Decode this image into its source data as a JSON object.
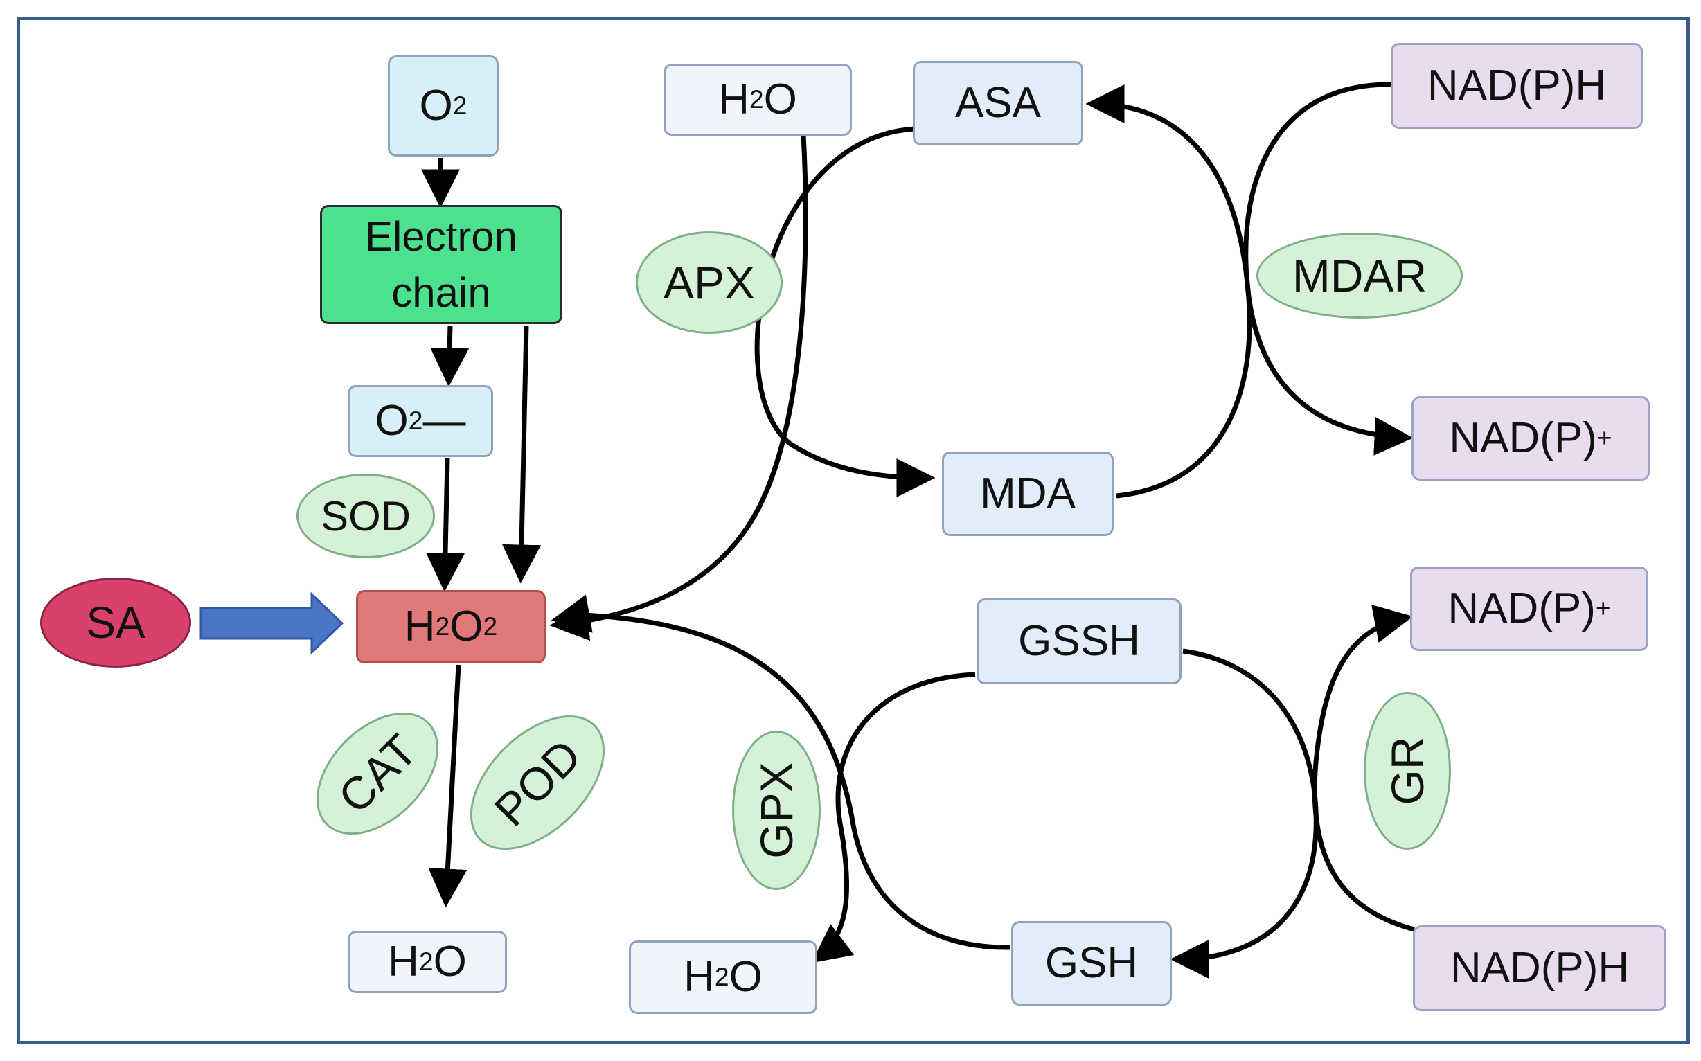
{
  "nodes": {
    "o2": {
      "base": "O",
      "sub": "2"
    },
    "electron_chain": {
      "line1": "Electron",
      "line2": "chain"
    },
    "superoxide": {
      "base": "O",
      "sub": "2",
      "suffix": "—"
    },
    "h2o2": {
      "p1": "H",
      "s1": "2",
      "p2": "O",
      "s2": "2"
    },
    "h2o_bottom": {
      "p1": "H",
      "s1": "2",
      "p2": "O"
    },
    "h2o_top": {
      "p1": "H",
      "s1": "2",
      "p2": "O"
    },
    "h2o_gpx": {
      "p1": "H",
      "s1": "2",
      "p2": "O"
    },
    "asa": "ASA",
    "mda": "MDA",
    "gssh": "GSSH",
    "gsh": "GSH",
    "nadph_top": "NAD(P)H",
    "nadp_mid": {
      "base": "NAD(P)",
      "sup": "+"
    },
    "nadp_lower": {
      "base": "NAD(P)",
      "sup": "+"
    },
    "nadph_bottom": "NAD(P)H",
    "sa": "SA"
  },
  "enzymes": {
    "sod": "SOD",
    "cat": "CAT",
    "pod": "POD",
    "apx": "APX",
    "mdar": "MDAR",
    "gpx": "GPX",
    "gr": "GR"
  },
  "colors": {
    "frame": "#3a5a8c",
    "electron_chain": "#4de08e",
    "h2o2": "#e07a7a",
    "sa": "#d9416a",
    "enzyme": "#d6f2d6",
    "nadp": "#e9dcee",
    "molecule": "#e2edf9",
    "blue_arrow": "#4a74c4"
  }
}
